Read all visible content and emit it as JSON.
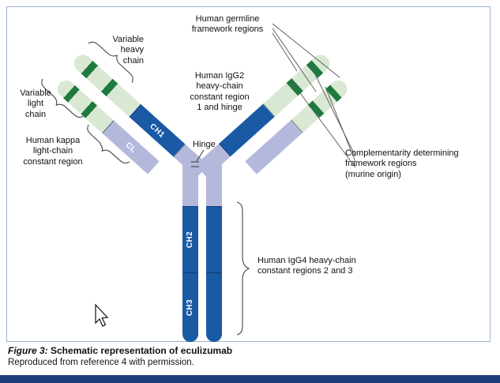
{
  "figure": {
    "caption_prefix": "Figure 3:",
    "caption_title": " Schematic representation of eculizumab",
    "caption_note": "Reproduced from reference 4 with permission."
  },
  "labels": {
    "variable_heavy": [
      "Variable",
      "heavy",
      "chain"
    ],
    "variable_light": [
      "Variable",
      "light",
      "chain"
    ],
    "kappa": [
      "Human kappa",
      "light-chain",
      "constant region"
    ],
    "germline": [
      "Human germline",
      "framework regions"
    ],
    "igg2": [
      "Human IgG2",
      "heavy-chain",
      "constant region",
      "1 and hinge"
    ],
    "hinge": "Hinge",
    "cdr": [
      "Complementarity determining",
      "framework regions",
      "(murine origin)"
    ],
    "igg4": [
      "Human IgG4 heavy-chain",
      "constant regions 2 and 3"
    ]
  },
  "segments": {
    "ch1": "CH1",
    "cl": "CL",
    "ch2": "CH2",
    "ch3": "CH3"
  },
  "colors": {
    "dark_blue": "#1a5aa5",
    "lavender": "#b4b9dc",
    "light_green": "#d9e8d2",
    "dark_green": "#1e7a3e",
    "navy_bar": "#1c3e78"
  },
  "icons": {
    "cursor": "mouse-pointer-icon",
    "braces": "curly-brace",
    "pointers": "leader-line"
  }
}
